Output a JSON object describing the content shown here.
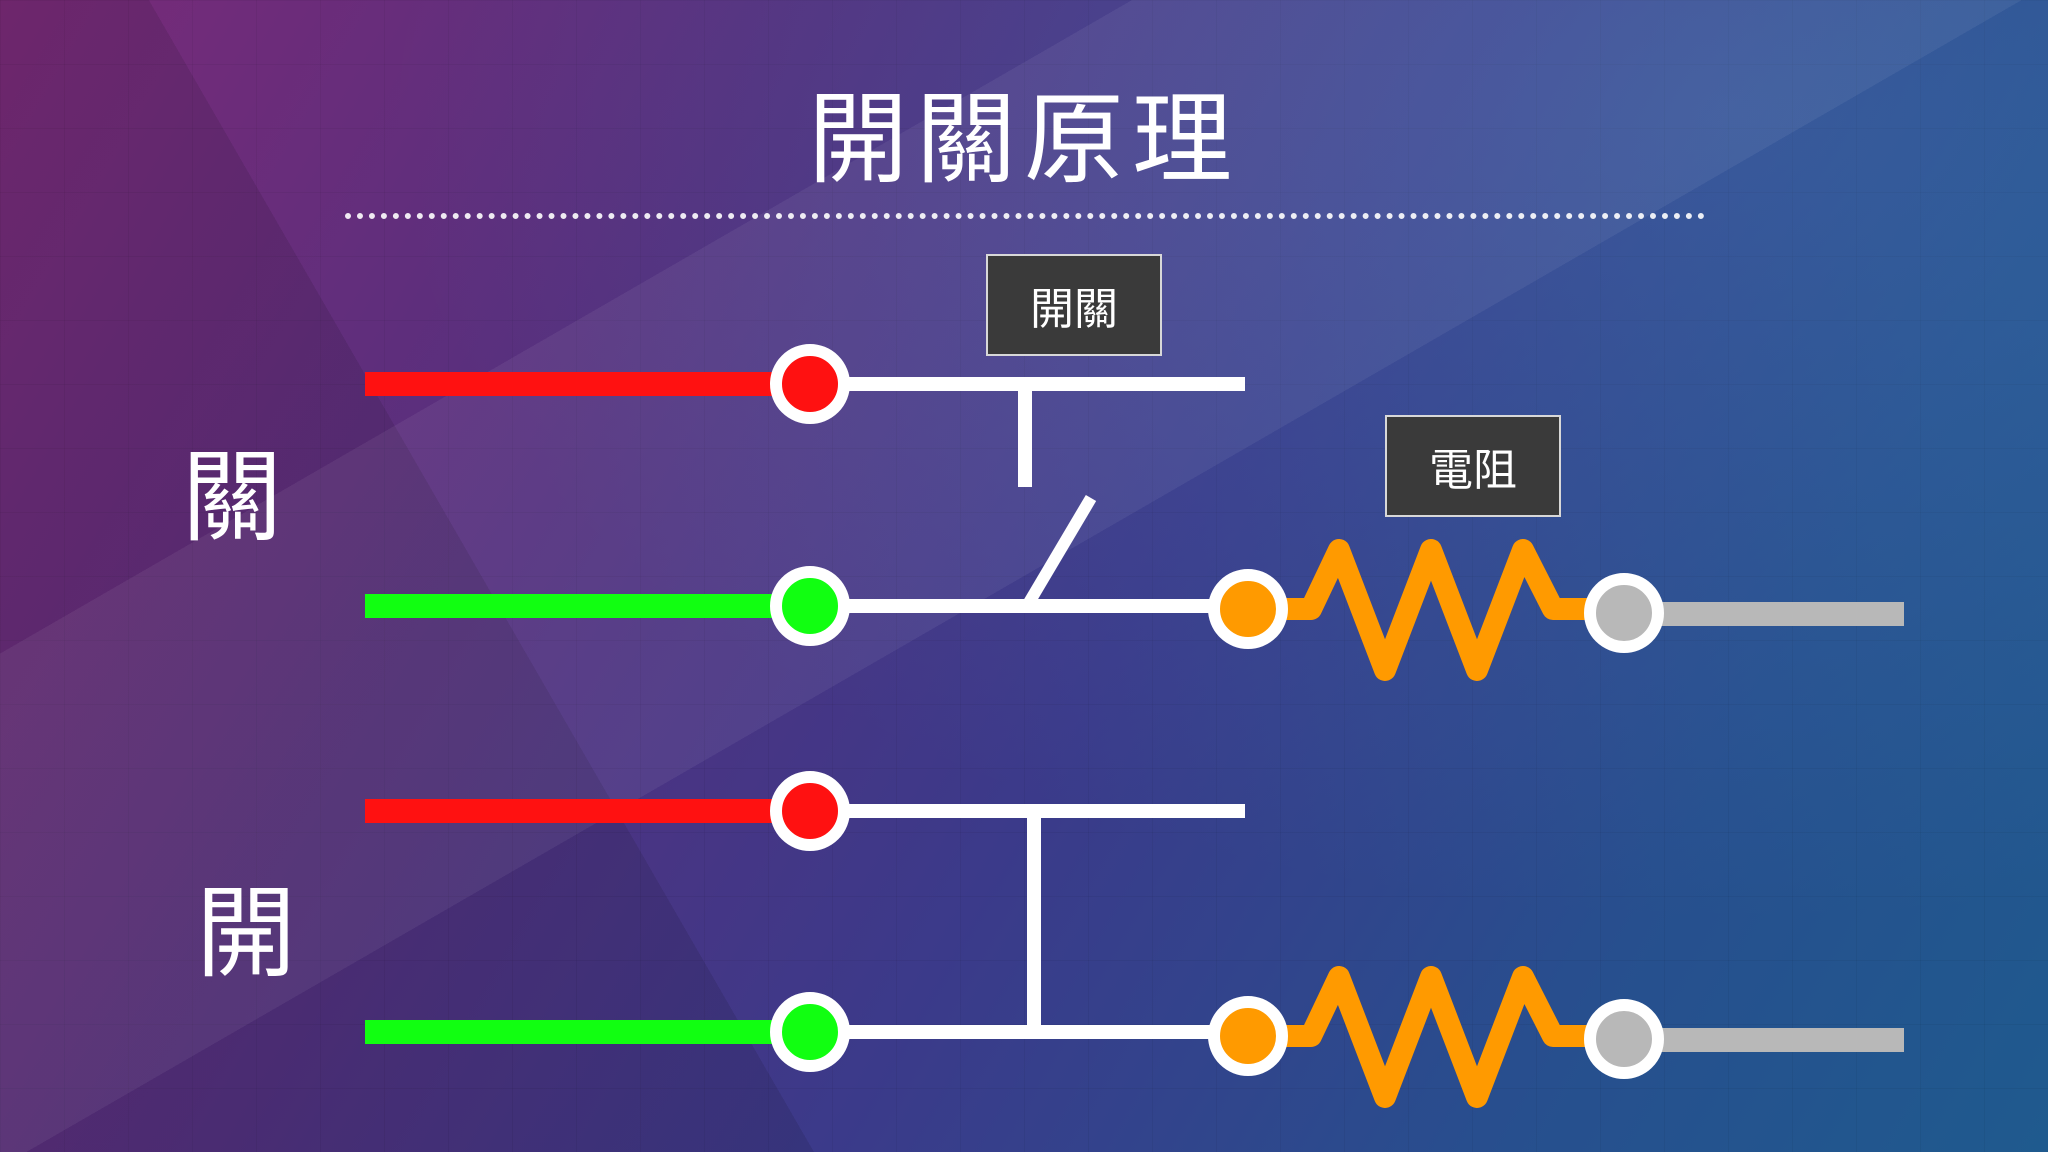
{
  "title": "開關原理",
  "tags": {
    "switch": "開關",
    "resistor": "電阻"
  },
  "states": {
    "off": "關",
    "on": "開"
  },
  "colors": {
    "red_wire": "#ff1111",
    "green_wire": "#11ff11",
    "white_wire": "#ffffff",
    "resistor": "#ff9a00",
    "gray_terminal": "#b8b8b8",
    "tag_bg": "#3a3a3a"
  }
}
